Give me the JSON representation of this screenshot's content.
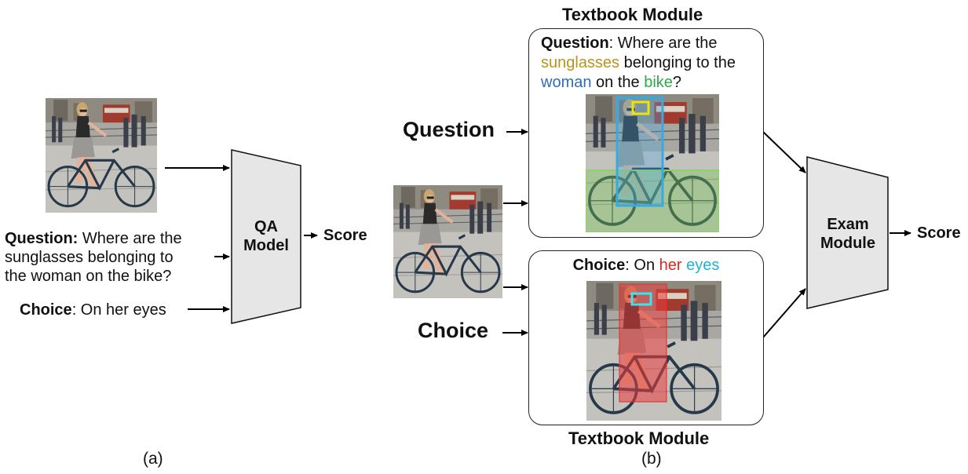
{
  "panel_a": {
    "question_label": "Question:",
    "question_line1": "Where are the",
    "question_line2": "sunglasses belonging to",
    "question_line3": "the woman on the bike?",
    "choice_label": "Choice",
    "choice_text": ": On her eyes",
    "model_line1": "QA",
    "model_line2": "Model",
    "score": "Score",
    "caption": "(a)"
  },
  "panel_b": {
    "question_input": "Question",
    "choice_input": "Choice",
    "top_module_title": "Textbook Module",
    "bottom_module_title": "Textbook Module",
    "q_label": "Question",
    "q_part1": ": Where are the",
    "q_word_sunglasses": "sunglasses",
    "q_part2": " belonging to the",
    "q_word_woman": "woman",
    "q_part3": " on the ",
    "q_word_bike": "bike",
    "q_part4": "?",
    "c_label": "Choice",
    "c_part1": ": On ",
    "c_word_her": "her",
    "c_word_eyes": "eyes",
    "exam_line1": "Exam",
    "exam_line2": "Module",
    "score": "Score",
    "caption": "(b)"
  },
  "colors": {
    "sunglasses": "#b8941c",
    "woman": "#2f6fb0",
    "bike": "#2ea84a",
    "her": "#e0261e",
    "eyes": "#1fb2d8",
    "module_fill": "#e6e6e6"
  }
}
